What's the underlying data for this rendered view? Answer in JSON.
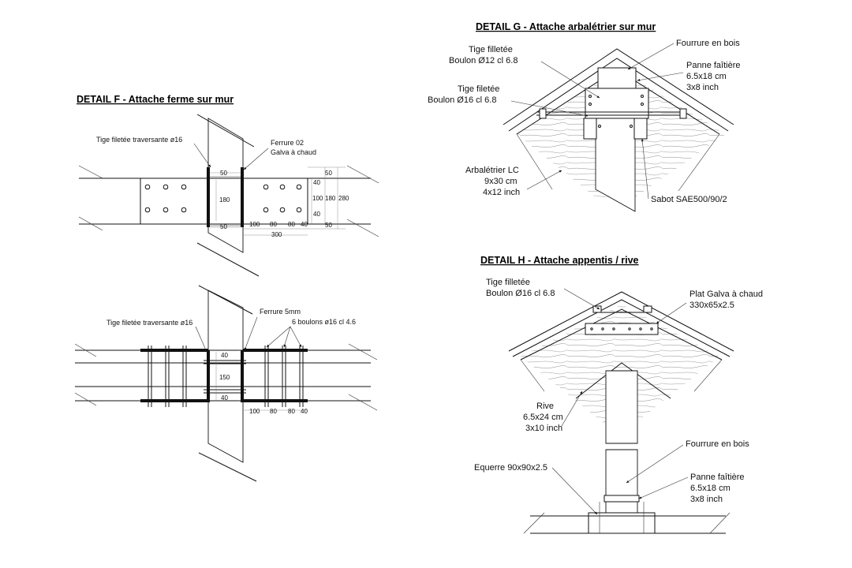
{
  "titles": {
    "f": "DETAIL F - Attache ferme sur mur",
    "g": "DETAIL G - Attache arbalétrier sur mur",
    "h": "DETAIL H - Attache appentis / rive"
  },
  "detail_f_top": {
    "tige": "Tige filetée traversante ø16",
    "ferrure1": "Ferrure 02",
    "ferrure2": "Galva à chaud",
    "dims": [
      "50",
      "180",
      "50",
      "100",
      "80",
      "80",
      "40",
      "300",
      "50",
      "40",
      "100",
      "180",
      "280",
      "40",
      "50"
    ]
  },
  "detail_f_bottom": {
    "tige": "Tige filetée traversante ø16",
    "ferrure": "Ferrure 5mm",
    "boulons": "6 boulons ø16 cl 4.6",
    "dims": [
      "40",
      "150",
      "40",
      "100",
      "80",
      "80",
      "40"
    ]
  },
  "detail_g": {
    "tige1a": "Tige filletée",
    "tige1b": "Boulon Ø12 cl 6.8",
    "tige2a": "Tige filetée",
    "tige2b": "Boulon Ø16 cl 6.8",
    "fourrure": "Fourrure en bois",
    "panne1": "Panne faîtière",
    "panne2": "6.5x18 cm",
    "panne3": "3x8 inch",
    "arb1": "Arbalétrier LC",
    "arb2": "9x30 cm",
    "arb3": "4x12 inch",
    "sabot": "Sabot SAE500/90/2"
  },
  "detail_h": {
    "tige1": "Tige filletée",
    "tige2": "Boulon Ø16 cl 6.8",
    "plat1": "Plat Galva à chaud",
    "plat2": "330x65x2.5",
    "rive1": "Rive",
    "rive2": "6.5x24 cm",
    "rive3": "3x10 inch",
    "fourrure": "Fourrure en bois",
    "equerre": "Equerre 90x90x2.5",
    "panne1": "Panne faîtière",
    "panne2": "6.5x18 cm",
    "panne3": "3x8 inch"
  }
}
